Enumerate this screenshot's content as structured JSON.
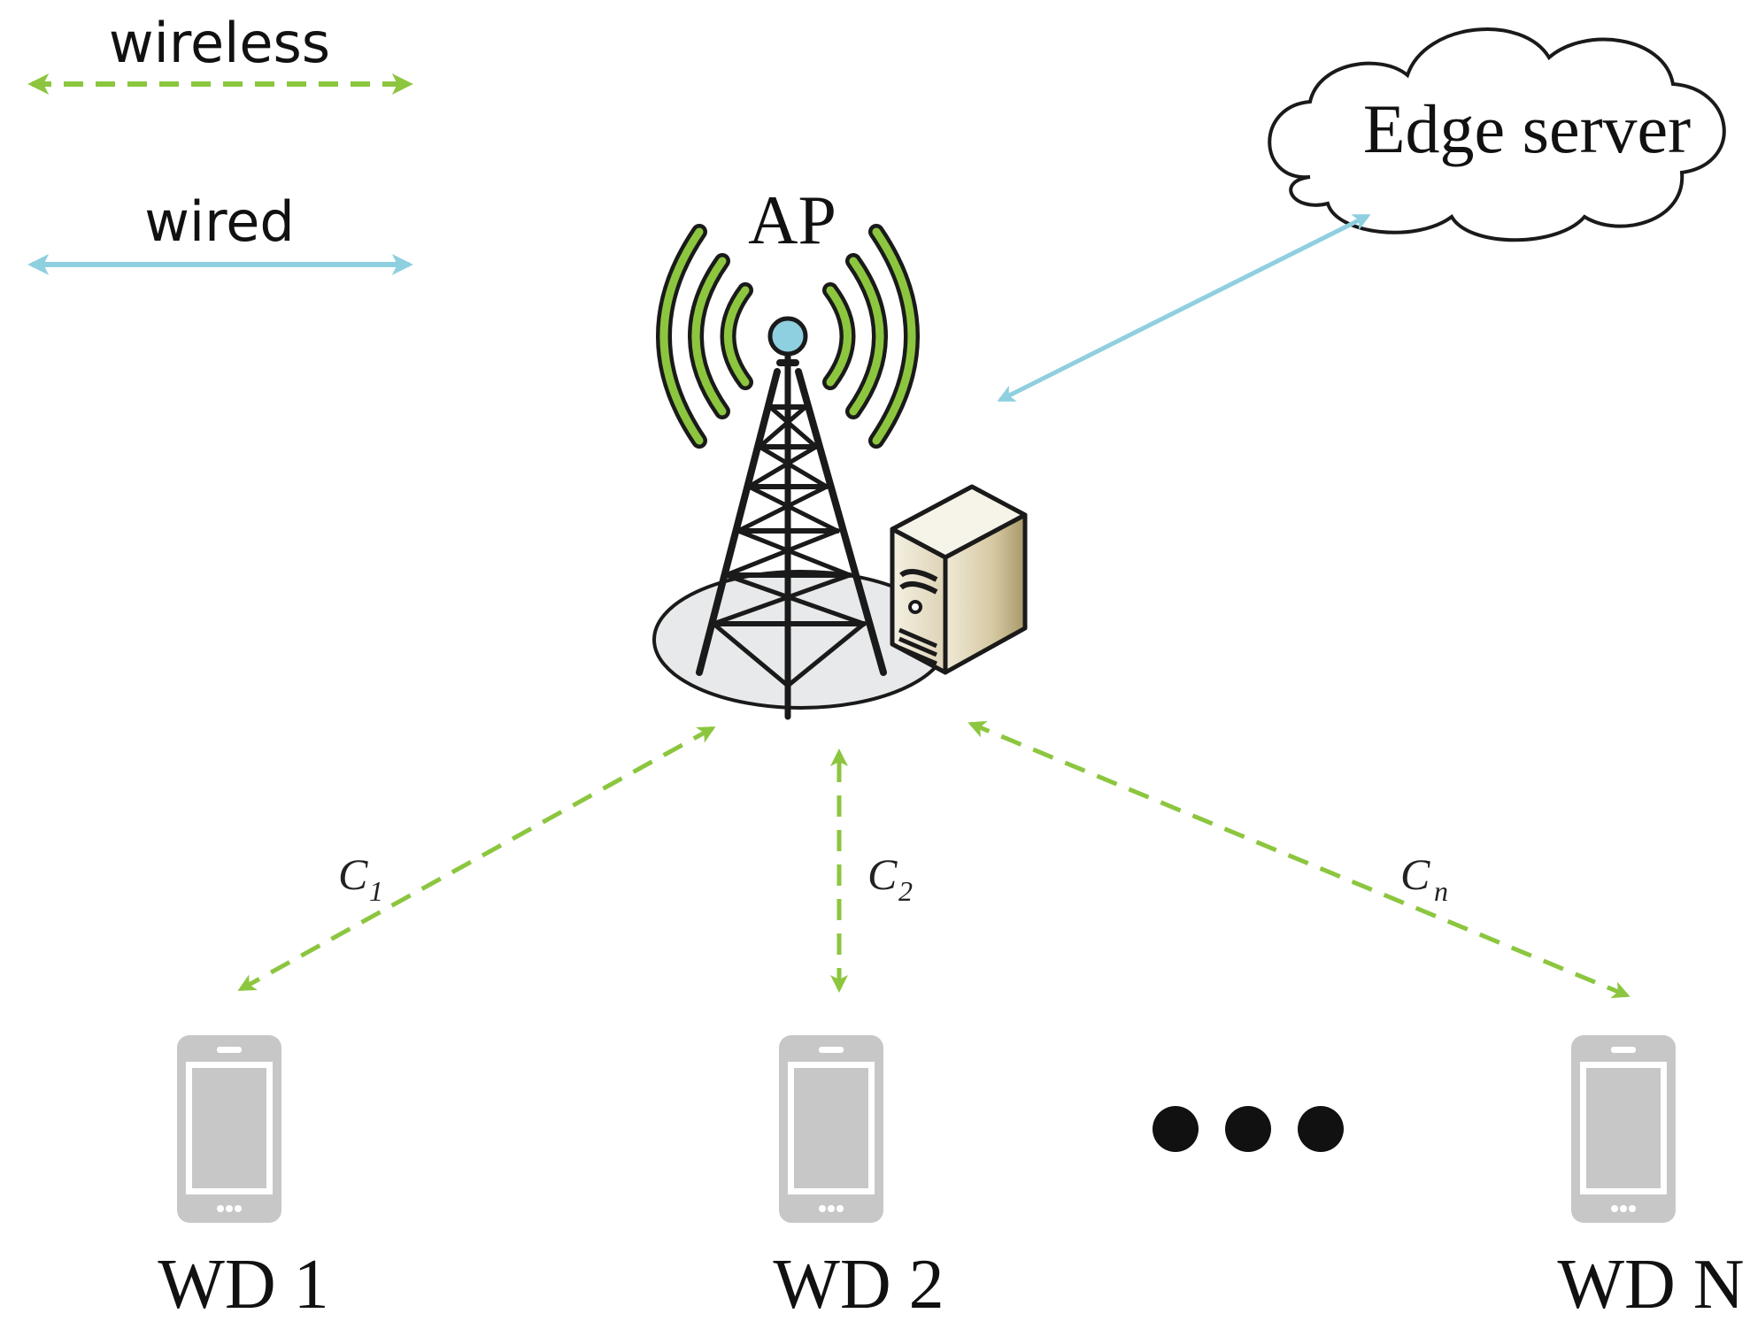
{
  "legend": {
    "wireless_label": "wireless",
    "wired_label": "wired"
  },
  "nodes": {
    "edge_server_label": "Edge server",
    "ap_label": "AP",
    "devices": [
      {
        "label": "WD 1"
      },
      {
        "label": "WD 2"
      },
      {
        "label": "WD N"
      }
    ]
  },
  "channels": [
    {
      "symbol": "C",
      "subscript": "1"
    },
    {
      "symbol": "C",
      "subscript": "2"
    },
    {
      "symbol": "C",
      "subscript": "n"
    }
  ],
  "colors": {
    "wireless": "#8cc63f",
    "wired": "#8ecfe0",
    "device": "#c7c7c7",
    "cloud_stroke": "#1a1a1a"
  },
  "icons": {
    "ap": "antenna-tower-icon",
    "server": "server-icon",
    "cloud": "cloud-icon",
    "device": "smartphone-icon",
    "ellipsis": "ellipsis-dots-icon"
  }
}
